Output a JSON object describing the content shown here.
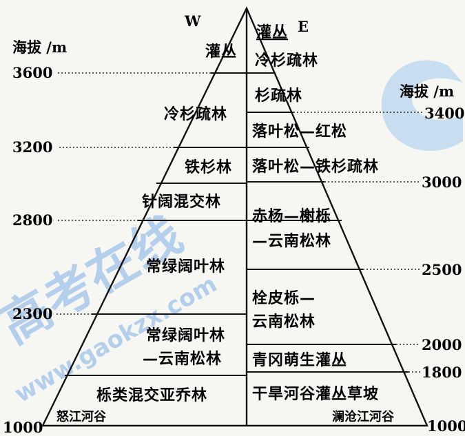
{
  "diagram": {
    "left_axis": {
      "title": "海拔 /m",
      "ticks": [
        "3600",
        "3200",
        "2800",
        "2300",
        "1000"
      ]
    },
    "right_axis": {
      "title": "海拔 /m",
      "ticks": [
        "3400",
        "3000",
        "2500",
        "2000",
        "1800",
        "1000"
      ]
    },
    "directions": {
      "west": "W",
      "east": "E"
    },
    "valleys": {
      "west": "怒江河谷",
      "east": "澜沧江河谷"
    },
    "west_zones": [
      "灌丛",
      "冷杉疏林",
      "铁杉林",
      "针阔混交林",
      "常绿阔叶林",
      "常绿阔叶林",
      "—云南松林",
      "栎类混交亚乔林"
    ],
    "east_zones": [
      "灌丛",
      "冷杉疏林",
      "杉疏林",
      "落叶松—红松",
      "落叶松—铁杉疏林",
      "赤杨—榭栎",
      "—云南松林",
      "栓皮栎—",
      "云南松林",
      "青冈萌生灌丛",
      "干旱河谷灌丛草坡"
    ],
    "watermark": [
      "高考在线",
      "www.gaokzx.com"
    ]
  }
}
